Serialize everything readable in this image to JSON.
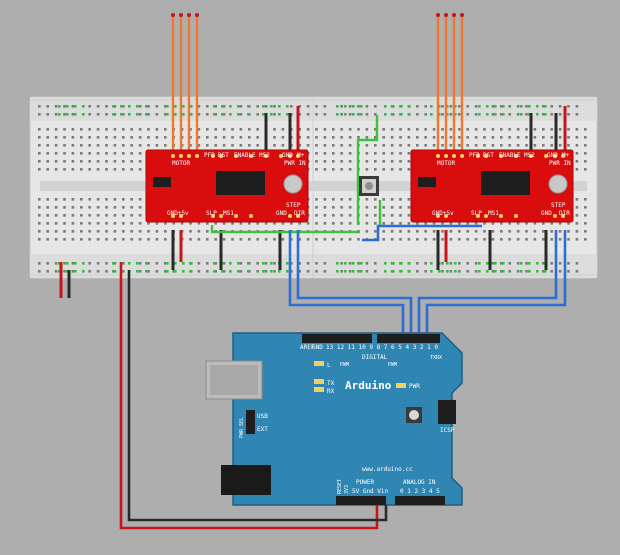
{
  "drivers": [
    {
      "id": "left",
      "labels": {
        "motor": "MOTOR",
        "pfd": "PFD",
        "rst": "RST",
        "enable": "ENABLE",
        "ms2": "MS2",
        "gnd": "GND",
        "m_plus": "M+",
        "pwr_in": "PWR IN",
        "gnd_5v": "GND+5v",
        "slp": "SLP",
        "ms1": "MS1",
        "step": "STEP",
        "gnd2": "GND",
        "dir": "DIR"
      }
    },
    {
      "id": "right",
      "labels": {
        "motor": "MOTOR",
        "pfd": "PFD",
        "rst": "RST",
        "enable": "ENABLE",
        "ms2": "MS2",
        "gnd": "GND",
        "m_plus": "M+",
        "pwr_in": "PWR IN",
        "gnd_5v": "GND+5v",
        "slp": "SLP",
        "ms1": "MS1",
        "step": "STEP",
        "gnd2": "GND",
        "dir": "DIR"
      }
    }
  ],
  "arduino": {
    "logo": "Arduino",
    "digital": "DIGITAL",
    "aref": "AREF",
    "gnd": "GND",
    "pin_numbers": "13 12 11 10 9 8  7 6 5 4 3 2 1 0",
    "pwm": "PWM",
    "tx_pin": "TX",
    "rx_pin": "RX",
    "led_l": "L",
    "led_tx": "TX",
    "led_rx": "RX",
    "pwr": "PWR",
    "pwr_sel": "PWR SEL",
    "usb": "USB",
    "ext": "EXT",
    "icsp": "ICSP",
    "url": "www.arduino.cc",
    "power": "POWER",
    "power_pins": "5V Gnd Vin",
    "analog_in": "ANALOG IN",
    "analog_pins": "0 1 2 3 4 5",
    "reset": "RESET",
    "v33": "3V3"
  },
  "colors": {
    "background": "#aeaeae",
    "breadboard": "#e8e8e8",
    "driver_board": "#d90d0d",
    "arduino_board": "#2f86b3",
    "wire_orange": "#f0782d",
    "wire_red": "#c8141c",
    "wire_black": "#2a2a2a",
    "wire_blue": "#2d6ed2",
    "wire_green": "#3cc33c"
  }
}
